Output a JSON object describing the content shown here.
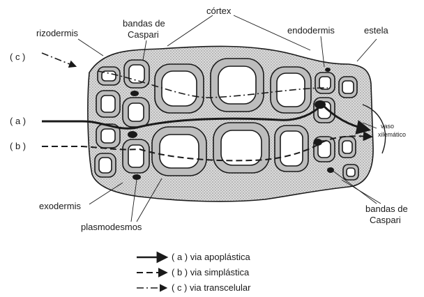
{
  "labels": {
    "rizodermis": "rizodermis",
    "bandas_caspari_top_1": "bandas de",
    "bandas_caspari_top_2": "Caspari",
    "cortex": "córtex",
    "endodermis": "endodermis",
    "estela": "estela",
    "vaso_1": "vaso",
    "vaso_2": "xilemático",
    "exodermis": "exodermis",
    "plasmodesmos": "plasmodesmos",
    "bandas_caspari_bottom_1": "bandas de",
    "bandas_caspari_bottom_2": "Caspari"
  },
  "paths": [
    {
      "key": "a",
      "tag": "( a )",
      "legend": "( a ) via apoplástica"
    },
    {
      "key": "b",
      "tag": "( b )",
      "legend": "( b ) via simplástica"
    },
    {
      "key": "c",
      "tag": "( c )",
      "legend": "( c ) via transcelular"
    }
  ],
  "colors": {
    "ink": "#1a1a1a",
    "wall": "#c8c8c8",
    "stipple": "#8a8a8a"
  }
}
